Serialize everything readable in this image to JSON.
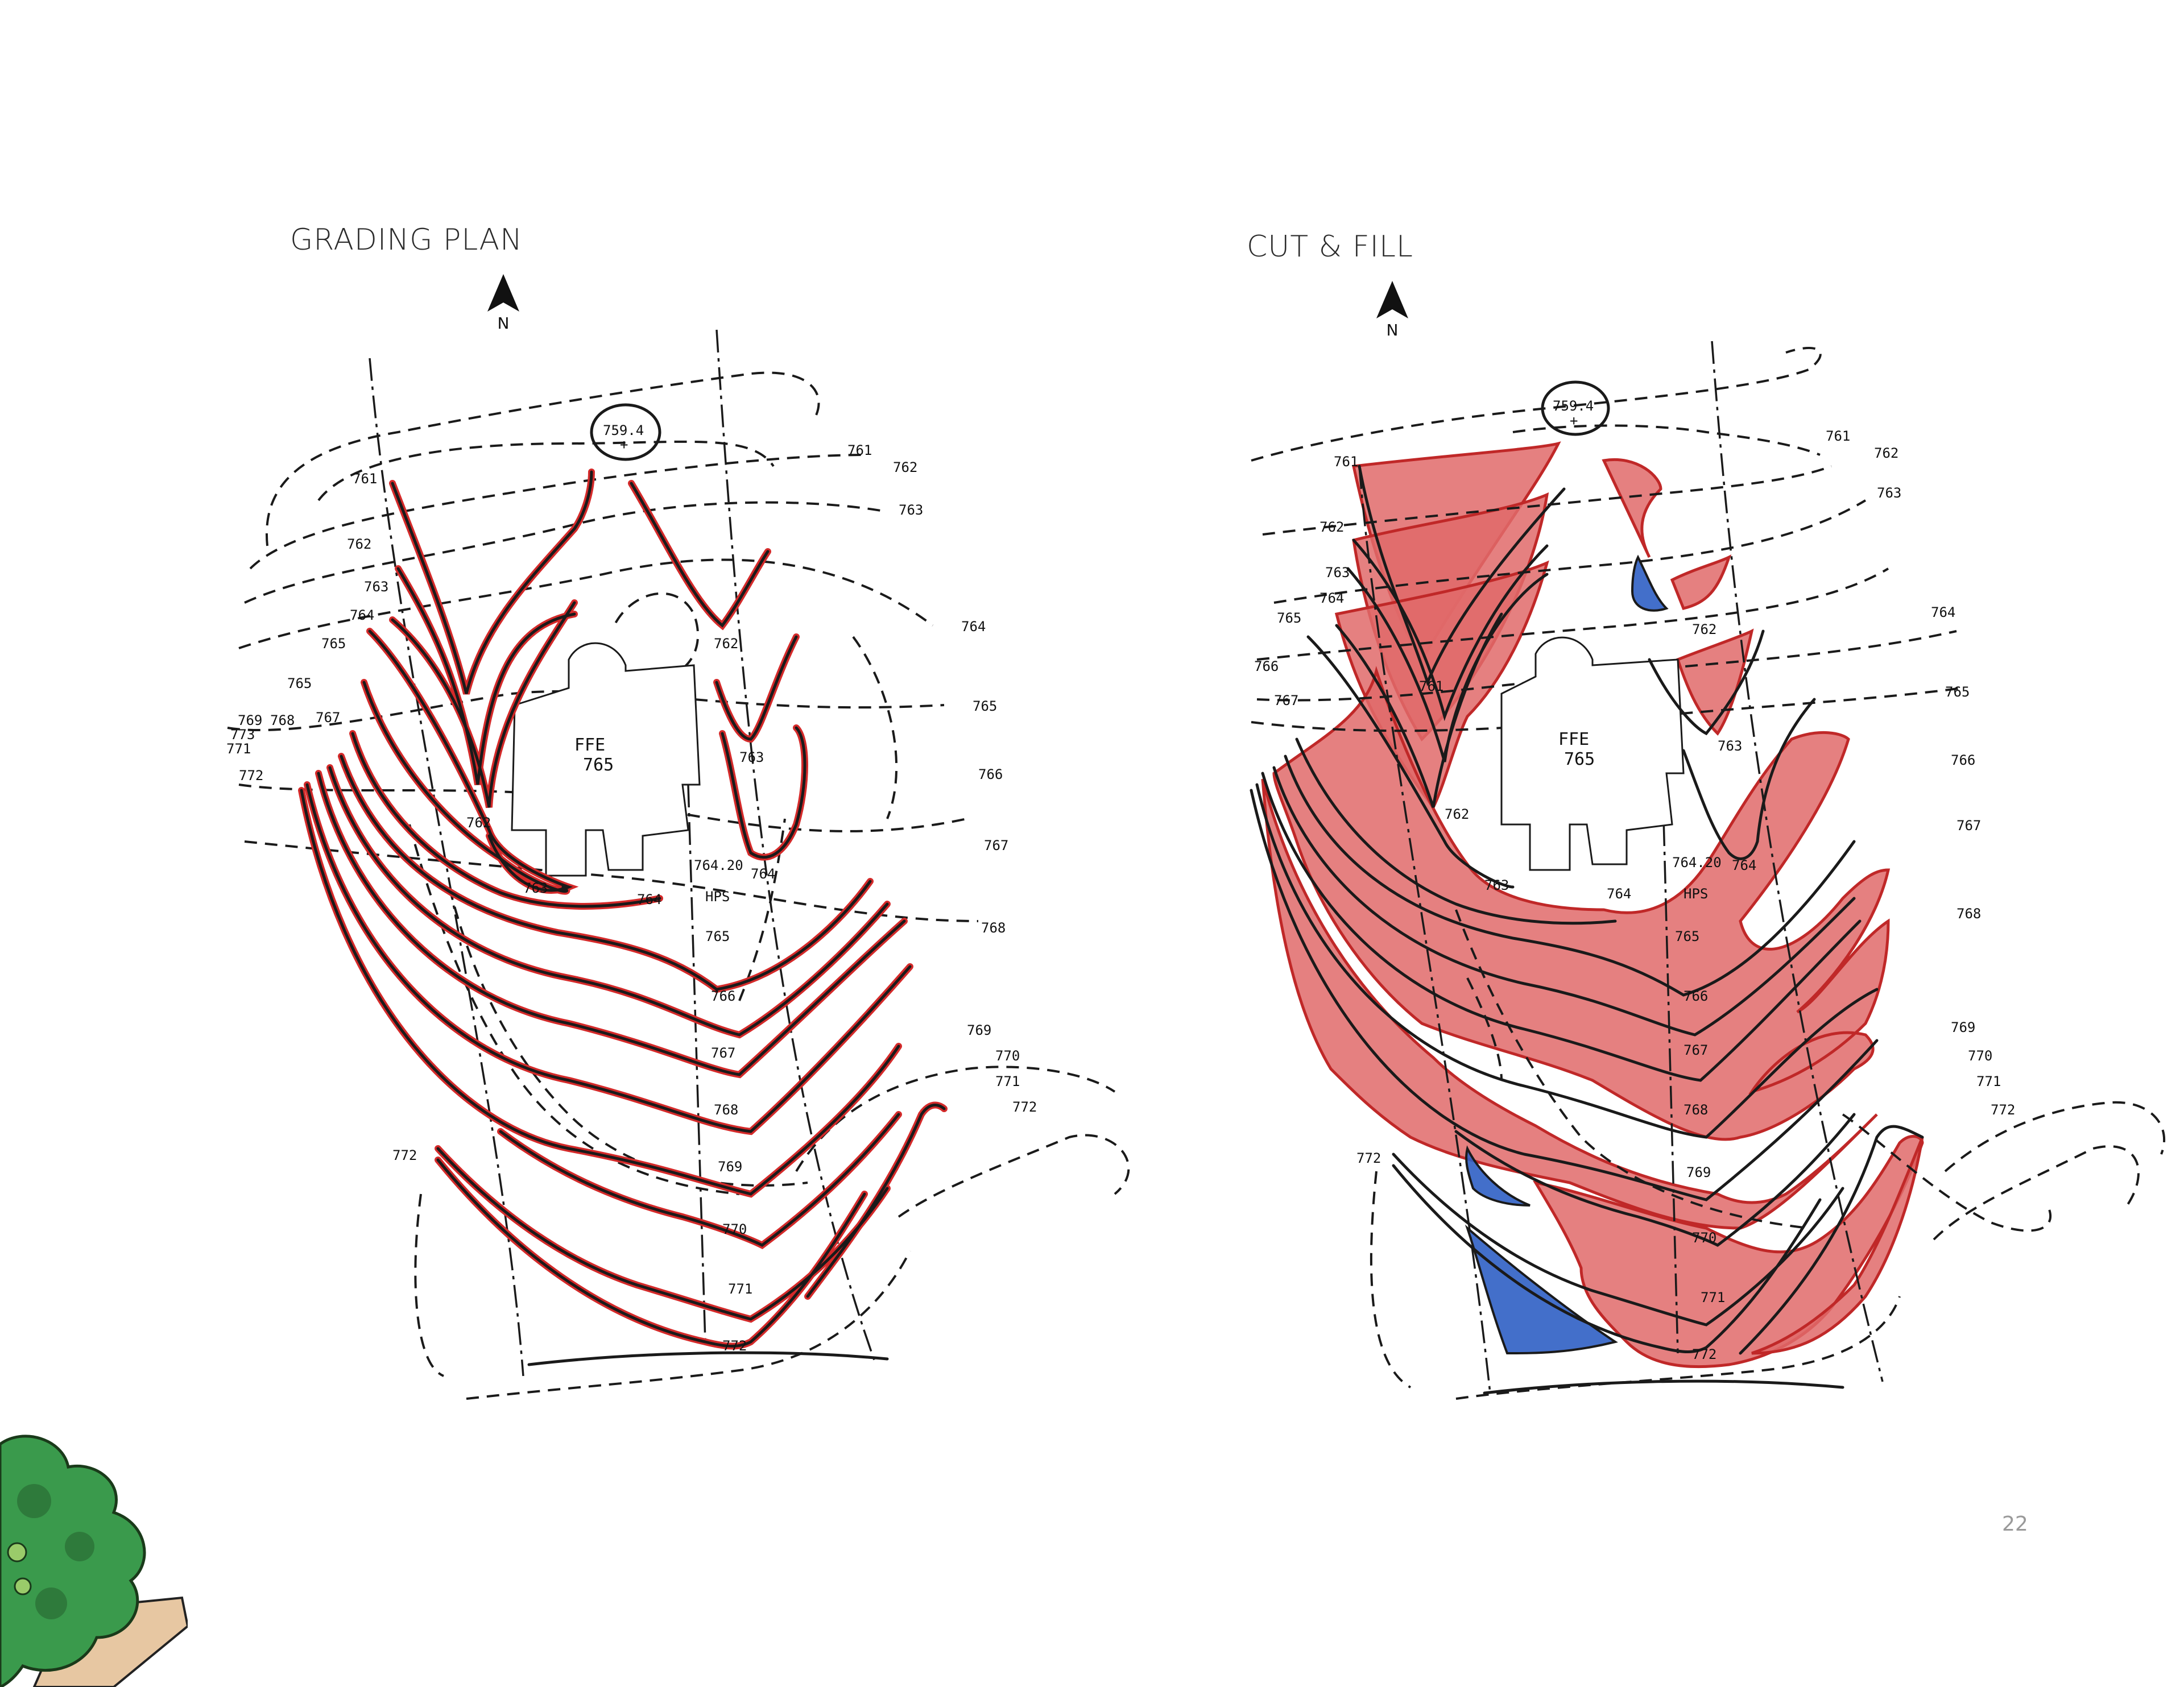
{
  "left_panel": {
    "title": "GRADING PLAN",
    "north_label": "N",
    "spot_elevation": "759.4",
    "ffe_label": "FFE",
    "ffe_value": "765",
    "hps_value": "764.20",
    "hps_label": "HPS",
    "contour_labels": [
      "761",
      "762",
      "763",
      "764",
      "765",
      "766",
      "767",
      "768",
      "769",
      "770",
      "771",
      "772",
      "773"
    ]
  },
  "right_panel": {
    "title": "CUT & FILL",
    "north_label": "N",
    "spot_elevation": "759.4",
    "ffe_label": "FFE",
    "ffe_value": "765",
    "hps_value": "764.20",
    "hps_label": "HPS",
    "contour_labels": [
      "761",
      "762",
      "763",
      "764",
      "765",
      "766",
      "767",
      "768",
      "769",
      "770",
      "771",
      "772"
    ]
  },
  "colors": {
    "contour_red": "#d42a2a",
    "fill_red": "#e06a6a",
    "cut_blue": "#2f5fc4",
    "ink": "#1a1a1a"
  },
  "page_number": "22"
}
